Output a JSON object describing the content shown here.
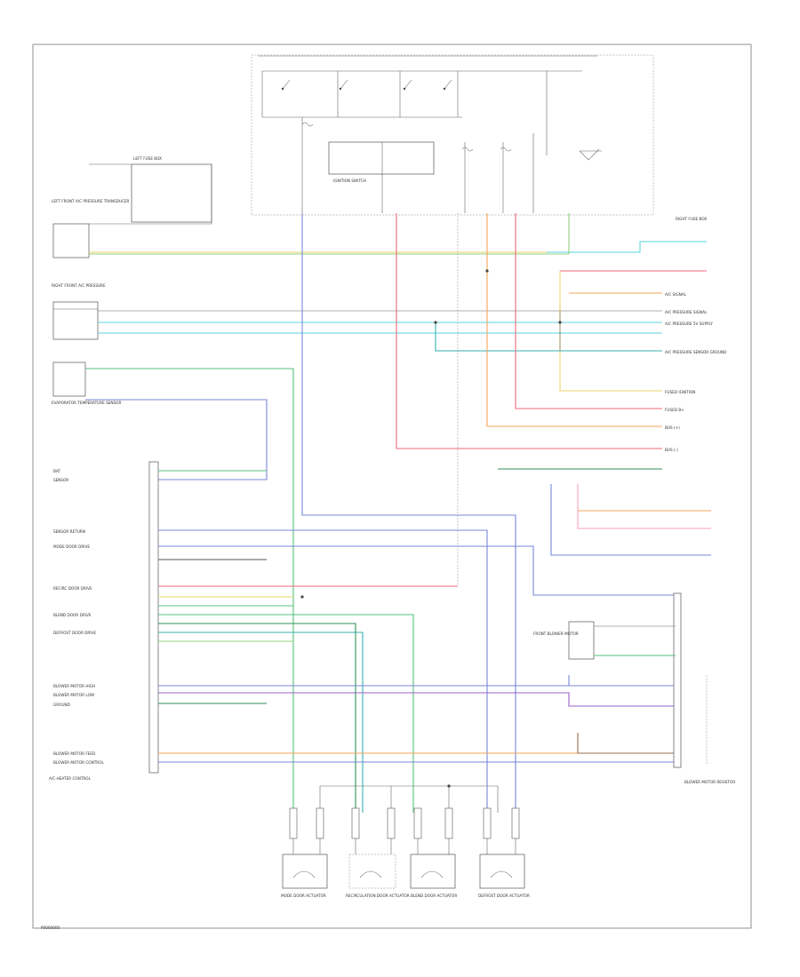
{
  "labels": {
    "id_code": "P0000000",
    "ac_heater_control": "A/C-HEATER CONTROL",
    "blower_motor_resistor": "BLOWER MOTOR RESISTOR",
    "left_fuse_box": "LEFT FUSE BOX",
    "right_fuse_box": "RIGHT FUSE BOX",
    "ignition_switch": "IGNITION SWITCH",
    "left_front_ac_pressure_transducer": "LEFT FRONT A/C PRESSURE TRANSDUCER",
    "right_front_ac_pressure": "RIGHT FRONT A/C PRESSURE",
    "evaporator_temp_sensor": "EVAPORATOR TEMPERATURE SENSOR",
    "front_blower_motor": "FRONT BLOWER MOTOR",
    "mode_door_actuator": "MODE DOOR ACTUATOR",
    "recirculation_door_actuator": "RECIRCULATION DOOR ACTUATOR",
    "blend_door_actuator": "BLEND DOOR ACTUATOR",
    "defrost_door_actuator": "DEFROST DOOR ACTUATOR"
  },
  "control_pins": [
    "BAT",
    "SENSOR",
    "SENSOR RETURN",
    "MODE DOOR DRIVE",
    "RECIRC DOOR DRIVE",
    "BLEND DOOR DRIVE",
    "DEFROST DOOR DRIVE",
    "BLOWER MOTOR HIGH",
    "BLOWER MOTOR LOW",
    "GROUND",
    "BLOWER MOTOR FEED",
    "BLOWER MOTOR CONTROL"
  ],
  "right_pins": [
    "A/C SIGNAL",
    "A/C PRESSURE SIGNAL",
    "A/C PRESSURE 5V SUPPLY",
    "A/C PRESSURE SENSOR GROUND",
    "FUSED IGNITION",
    "FUSED B+",
    "BUS (+)",
    "BUS (-)"
  ],
  "colors": {
    "red": "#f06a78",
    "pink": "#f4a2b4",
    "orange": "#f6a55a",
    "yellow": "#e9d568",
    "green": "#56c27c",
    "dark_green": "#2f8f58",
    "cyan": "#59d6dc",
    "teal": "#38b0b0",
    "blue": "#7787d8",
    "purple": "#9a62c9",
    "brown": "#9a6c50",
    "black": "#555555"
  }
}
